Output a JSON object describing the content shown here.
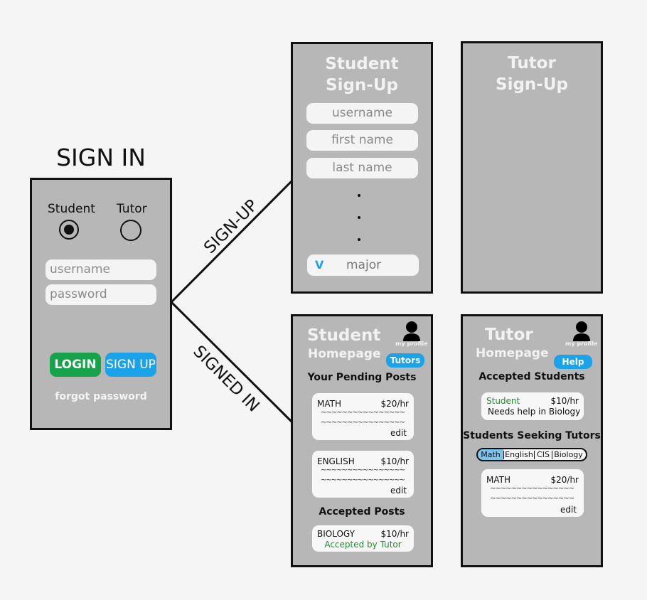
{
  "signin": {
    "title": "SIGN IN",
    "student_label": "Student",
    "tutor_label": "Tutor",
    "username_placeholder": "username",
    "password_placeholder": "password",
    "login_label": "LOGIN",
    "signup_label": "SIGN UP",
    "forgot_label": "forgot password"
  },
  "connectors": {
    "signup_label": "SIGN-UP",
    "signedin_label": "SIGNED IN"
  },
  "student_signup": {
    "title_line1": "Student",
    "title_line2": "Sign-Up",
    "fields": [
      "username",
      "first name",
      "last name"
    ],
    "dropdown_icon": "V",
    "dropdown_label": "major"
  },
  "tutor_signup": {
    "title_line1": "Tutor",
    "title_line2": "Sign-Up"
  },
  "student_home": {
    "title_line1": "Student",
    "title_line2": "Homepage",
    "profile_label": "my profile",
    "tutors_button": "Tutors",
    "pending_heading": "Your Pending Posts",
    "pending_posts": [
      {
        "subject": "MATH",
        "rate": "$20/hr",
        "line1": "~~~~~~~~~~~~~~~~",
        "line2": "~~~~~~~~~~~~~~~~",
        "action": "edit"
      },
      {
        "subject": "ENGLISH",
        "rate": "$10/hr",
        "line1": "~~~~~~~~~~~~~~~~",
        "line2": "~~~~~~~~~~~~~~~~",
        "action": "edit"
      }
    ],
    "accepted_heading": "Accepted Posts",
    "accepted_post": {
      "subject": "BIOLOGY",
      "rate": "$10/hr",
      "status": "Accepted by Tutor"
    },
    "colors": {
      "accent": "#1aa3e8",
      "accepted_green": "#1e8f2e"
    }
  },
  "tutor_home": {
    "title_line1": "Tutor",
    "title_line2": "Homepage",
    "profile_label": "my profile",
    "help_button": "Help",
    "accepted_heading": "Accepted Students",
    "accepted_student": {
      "label": "Student",
      "rate": "$10/hr",
      "note": "Needs help in Biology"
    },
    "seeking_heading": "Students Seeking Tutors",
    "filter_tabs": [
      "Math",
      "English",
      "CIS",
      "Biology"
    ],
    "seeking_post": {
      "subject": "MATH",
      "rate": "$20/hr",
      "line1": "~~~~~~~~~~~~~~~~",
      "line2": "~~~~~~~~~~~~~~~~",
      "action": "edit"
    }
  }
}
